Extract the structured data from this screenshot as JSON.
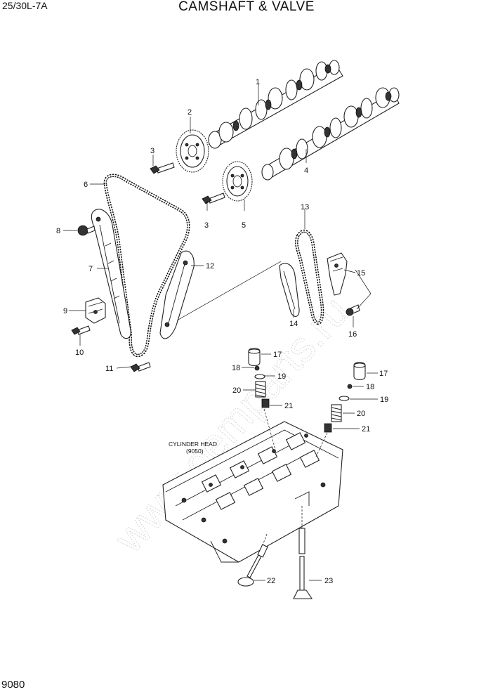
{
  "header": {
    "model_code": "25/30L-7A",
    "title": "CAMSHAFT & VALVE"
  },
  "footer": {
    "page_number": "9080"
  },
  "watermark": {
    "text": "www.oemparts.ru"
  },
  "callouts": {
    "c1": "1",
    "c2": "2",
    "c3a": "3",
    "c3b": "3",
    "c4": "4",
    "c5": "5",
    "c6": "6",
    "c7": "7",
    "c8": "8",
    "c9": "9",
    "c10": "10",
    "c11": "11",
    "c12": "12",
    "c13": "13",
    "c14": "14",
    "c15": "15",
    "c16": "16",
    "c17a": "17",
    "c17b": "17",
    "c18a": "18",
    "c18b": "18",
    "c19a": "19",
    "c19b": "19",
    "c20a": "20",
    "c20b": "20",
    "c21a": "21",
    "c21b": "21",
    "c22": "22",
    "c23": "23"
  },
  "cylinder_head": {
    "name": "CYLINDER HEAD",
    "ref": "(9050)"
  }
}
